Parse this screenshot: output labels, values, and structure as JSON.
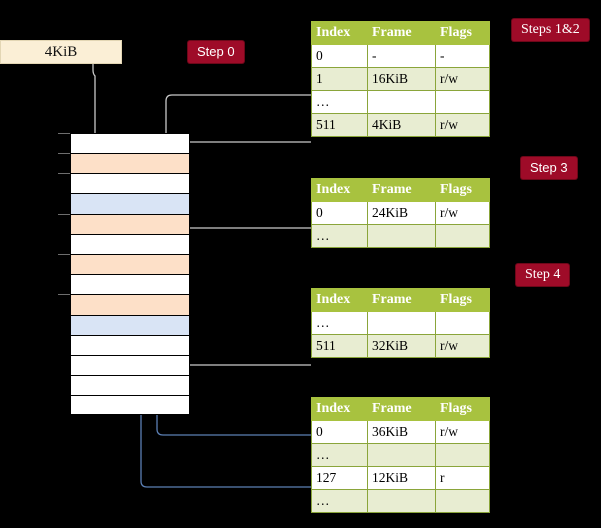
{
  "diagram": {
    "title": "four-level page table walk",
    "colors": {
      "badge": "#9E0B28",
      "table_header": "#A8C23F",
      "table_alt_row": "#E8EDD2",
      "highlight": "#FAF79B",
      "vbox": "#FBEFD6",
      "mem_peach": "#FDE0C8",
      "mem_blue": "#D9E4F5",
      "arrow_grey": "#BDBDBD",
      "arrow_blue": "#5B7FB4",
      "background": "#000000"
    }
  },
  "virtual_address": {
    "label": "4KiB"
  },
  "badges": [
    {
      "id": "step0",
      "label": "Step 0",
      "style": "sans"
    },
    {
      "id": "steps12",
      "label": "Steps 1&2",
      "style": "serif"
    },
    {
      "id": "step3",
      "label": "Step 3",
      "style": "sans"
    },
    {
      "id": "step4",
      "label": "Step 4",
      "style": "serif"
    }
  ],
  "tables": {
    "columns": [
      "Index",
      "Frame",
      "Flags"
    ],
    "level1": {
      "rows": [
        {
          "index": "0",
          "frame": "-",
          "flags": "-",
          "alt": false,
          "highlight": false
        },
        {
          "index": "1",
          "frame": "16KiB",
          "flags": "r/w",
          "alt": true,
          "highlight": false
        },
        {
          "index": "…",
          "frame": "",
          "flags": "",
          "alt": false,
          "highlight": false
        },
        {
          "index": "511",
          "frame": "4KiB",
          "flags": "r/w",
          "alt": true,
          "highlight": true
        }
      ]
    },
    "level2": {
      "rows": [
        {
          "index": "0",
          "frame": "24KiB",
          "flags": "r/w",
          "alt": false,
          "highlight": false
        },
        {
          "index": "…",
          "frame": "",
          "flags": "",
          "alt": true,
          "highlight": false
        }
      ]
    },
    "level3": {
      "rows": [
        {
          "index": "…",
          "frame": "",
          "flags": "",
          "alt": false,
          "highlight": false
        },
        {
          "index": "511",
          "frame": "32KiB",
          "flags": "r/w",
          "alt": true,
          "highlight": false
        }
      ]
    },
    "level4": {
      "rows": [
        {
          "index": "0",
          "frame": "36KiB",
          "flags": "r/w",
          "alt": false,
          "highlight": false
        },
        {
          "index": "…",
          "frame": "",
          "flags": "",
          "alt": true,
          "highlight": false
        },
        {
          "index": "127",
          "frame": "12KiB",
          "flags": "r",
          "alt": false,
          "highlight": false
        },
        {
          "index": "…",
          "frame": "",
          "flags": "",
          "alt": true,
          "highlight": false
        }
      ]
    }
  },
  "memory_column": {
    "rows": [
      {
        "fill": "white"
      },
      {
        "fill": "peach"
      },
      {
        "fill": "white"
      },
      {
        "fill": "blue"
      },
      {
        "fill": "peach"
      },
      {
        "fill": "white"
      },
      {
        "fill": "peach"
      },
      {
        "fill": "white"
      },
      {
        "fill": "peach"
      },
      {
        "fill": "blue"
      },
      {
        "fill": "white"
      },
      {
        "fill": "white"
      },
      {
        "fill": "white"
      },
      {
        "fill": "white"
      }
    ]
  }
}
